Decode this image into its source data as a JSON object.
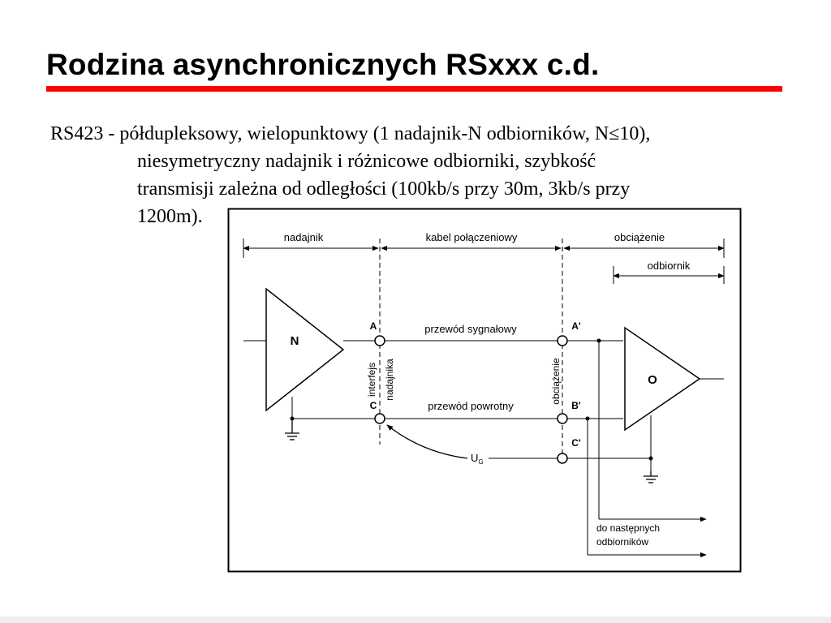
{
  "slide": {
    "title": "Rodzina asynchronicznych RSxxx c.d.",
    "colors": {
      "title_rule": "#ff0000",
      "text": "#000000",
      "background": "#ffffff"
    },
    "body_lines": [
      "RS423 - półdupleksowy, wielopunktowy (1 nadajnik-N odbiorników, N≤10),",
      "niesymetryczny nadajnik i różnicowe odbiorniki, szybkość",
      "transmisji zależna od odległości (100kb/s przy 30m, 3kb/s przy",
      "1200m)."
    ]
  },
  "diagram": {
    "labels": {
      "transmitter": "nadajnik",
      "cable": "kabel połączeniowy",
      "load": "obciążenie",
      "receiver": "odbiornik",
      "signal_wire": "przewód sygnałowy",
      "return_wire": "przewód powrotny",
      "interface_line1": "interfejs",
      "interface_line2": "nadajnika",
      "load_vertical": "obciążenie",
      "next_receivers_line1": "do następnych",
      "next_receivers_line2": "odbiorników"
    },
    "terminals": {
      "a": "A",
      "a_prime": "A'",
      "c": "C",
      "b_prime": "B'",
      "c_prime": "C'"
    },
    "driver_symbol": "N",
    "receiver_symbol": "O",
    "voltage": {
      "base": "U",
      "sub": "G"
    }
  }
}
